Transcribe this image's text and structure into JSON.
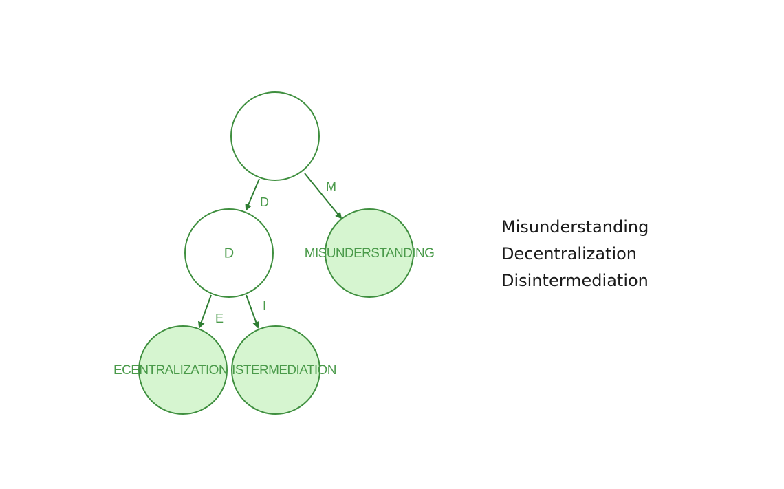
{
  "diagram": {
    "colors": {
      "stroke": "#3f8f3f",
      "leaf_fill": "#d6f5d0",
      "label": "#4a9a4a",
      "arrow": "#2e7d32"
    },
    "nodes": {
      "root": {
        "label": ""
      },
      "d": {
        "label": "D"
      },
      "misunderstanding": {
        "label": "MISUNDERSTANDING"
      },
      "ecentralization": {
        "label": "ECENTRALIZATION"
      },
      "istermediation": {
        "label": "ISTERMEDIATION"
      }
    },
    "edges": {
      "root_d": {
        "label": "D"
      },
      "root_m": {
        "label": "M"
      },
      "d_e": {
        "label": "E"
      },
      "d_i": {
        "label": "I"
      }
    }
  },
  "word_list": [
    "Misunderstanding",
    "Decentralization",
    "Disintermediation"
  ]
}
